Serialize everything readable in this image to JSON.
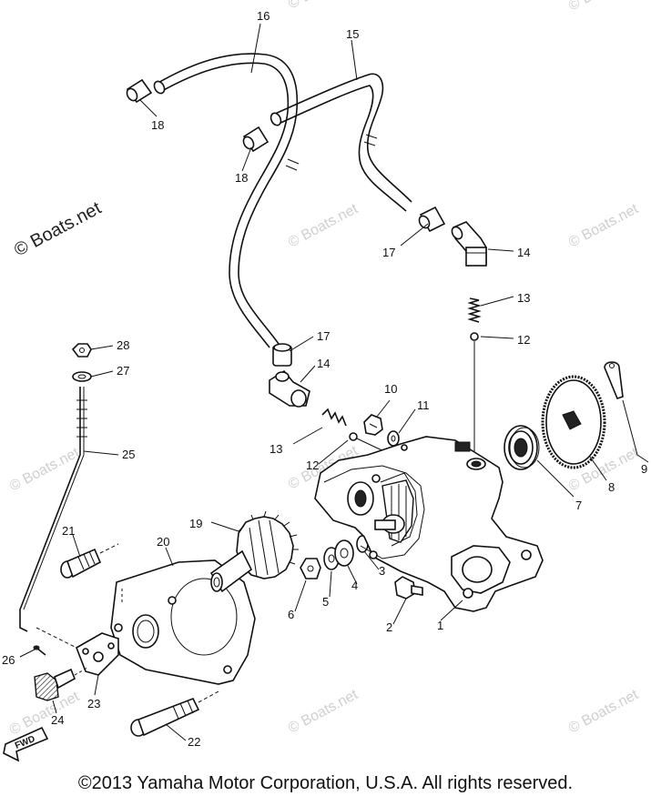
{
  "watermarks": {
    "main": "© Boats.net",
    "repeat": "© Boats.net"
  },
  "fwd_label": "FWD",
  "copyright": "©2013 Yamaha Motor Corporation, U.S.A. All rights reserved.",
  "parts": [
    {
      "number": "1"
    },
    {
      "number": "2"
    },
    {
      "number": "3"
    },
    {
      "number": "4"
    },
    {
      "number": "5"
    },
    {
      "number": "6"
    },
    {
      "number": "7"
    },
    {
      "number": "8"
    },
    {
      "number": "9"
    },
    {
      "number": "10"
    },
    {
      "number": "11"
    },
    {
      "number": "12"
    },
    {
      "number": "12"
    },
    {
      "number": "13"
    },
    {
      "number": "13"
    },
    {
      "number": "14"
    },
    {
      "number": "14"
    },
    {
      "number": "15"
    },
    {
      "number": "16"
    },
    {
      "number": "17"
    },
    {
      "number": "17"
    },
    {
      "number": "18"
    },
    {
      "number": "18"
    },
    {
      "number": "19"
    },
    {
      "number": "20"
    },
    {
      "number": "21"
    },
    {
      "number": "22"
    },
    {
      "number": "23"
    },
    {
      "number": "24"
    },
    {
      "number": "25"
    },
    {
      "number": "26"
    },
    {
      "number": "27"
    },
    {
      "number": "28"
    }
  ]
}
